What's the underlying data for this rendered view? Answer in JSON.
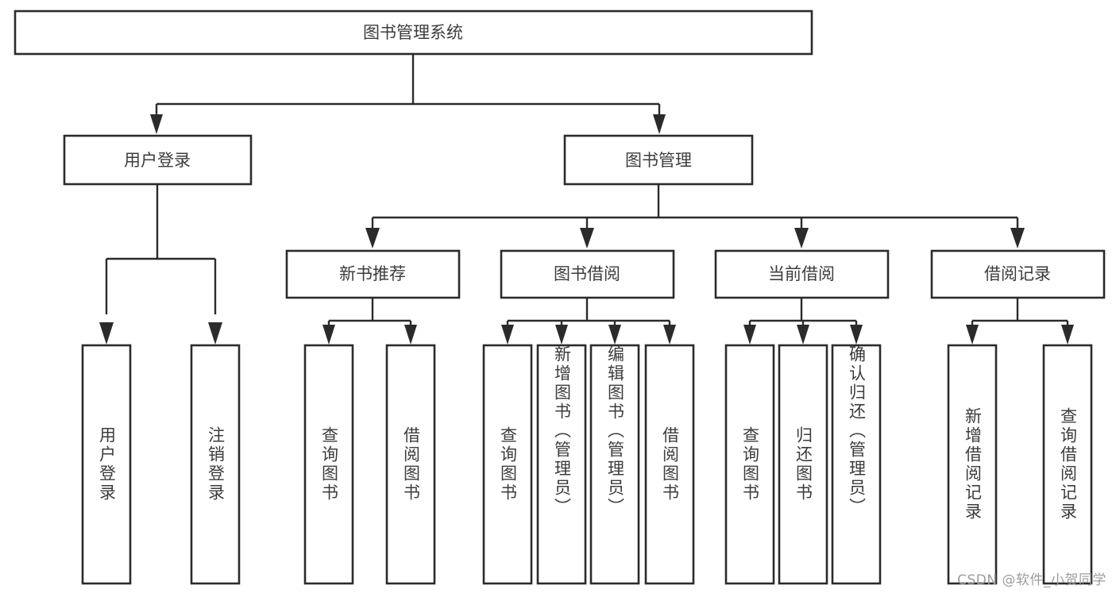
{
  "diagram": {
    "type": "tree",
    "title": "图书管理系统",
    "watermark": "CSDN @软件_小贺同学",
    "colors": {
      "background": "#ffffff",
      "box_stroke": "#2b2b2b",
      "box_fill": "#ffffff",
      "text": "#3c3c3c",
      "watermark": "#9d9d9d"
    },
    "root": {
      "label": "图书管理系统"
    },
    "level2": [
      {
        "label": "用户登录"
      },
      {
        "label": "图书管理"
      }
    ],
    "level3": [
      {
        "label": "新书推荐"
      },
      {
        "label": "图书借阅"
      },
      {
        "label": "当前借阅"
      },
      {
        "label": "借阅记录"
      }
    ],
    "leaves": {
      "user_login": [
        {
          "label": "用户登录"
        },
        {
          "label": "注销登录"
        }
      ],
      "new_book_recommend": [
        {
          "label": "查询图书"
        },
        {
          "label": "借阅图书"
        }
      ],
      "book_borrow": [
        {
          "label": "查询图书"
        },
        {
          "label": "新增图书（管理员）"
        },
        {
          "label": "编辑图书（管理员）"
        },
        {
          "label": "借阅图书"
        }
      ],
      "current_borrow": [
        {
          "label": "查询图书"
        },
        {
          "label": "归还图书"
        },
        {
          "label": "确认归还（管理员）"
        }
      ],
      "borrow_record": [
        {
          "label": "新增借阅记录"
        },
        {
          "label": "查询借阅记录"
        }
      ]
    }
  }
}
